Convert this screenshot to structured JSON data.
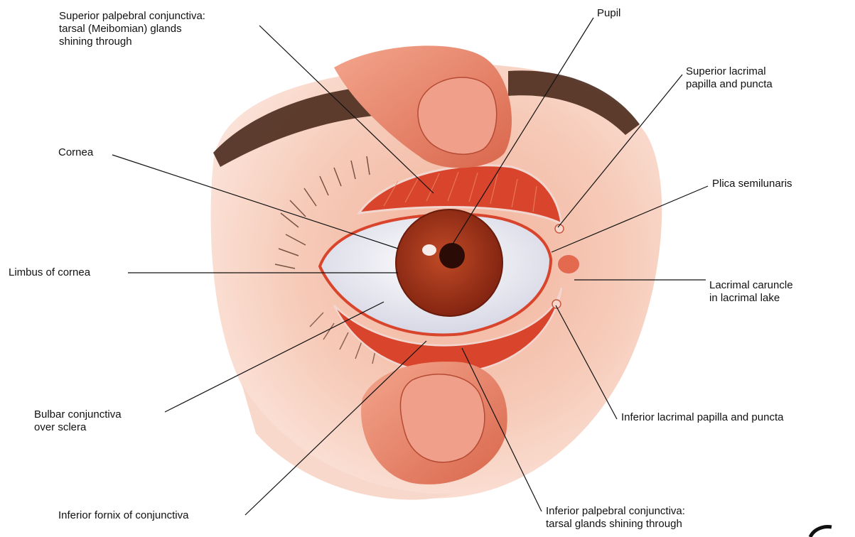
{
  "labels": {
    "superior_palpebral": [
      "Superior palpebral conjunctiva:",
      "tarsal (Meibomian) glands",
      "shining through"
    ],
    "pupil": [
      "Pupil"
    ],
    "superior_lacrimal": [
      "Superior lacrimal",
      "papilla and puncta"
    ],
    "cornea": [
      "Cornea"
    ],
    "plica": [
      "Plica semilunaris"
    ],
    "limbus": [
      "Limbus of cornea"
    ],
    "lacrimal_caruncle": [
      "Lacrimal caruncle",
      "in lacrimal lake"
    ],
    "bulbar": [
      "Bulbar conjunctiva",
      "over sclera"
    ],
    "inferior_lacrimal": [
      "Inferior lacrimal papilla and puncta"
    ],
    "inferior_fornix": [
      "Inferior fornix of conjunctiva"
    ],
    "inferior_palpebral": [
      "Inferior palpebral conjunctiva:",
      "tarsal glands shining through"
    ]
  },
  "colors": {
    "skin": "#f6c9b6",
    "skin_dark": "#eaa58a",
    "conjunctiva": "#d8452c",
    "finger": "#e9826a",
    "iris": "#a2361c",
    "pupil": "#2a0b05",
    "brow": "#4a2a1c",
    "sclera": "#f4f2f6"
  }
}
